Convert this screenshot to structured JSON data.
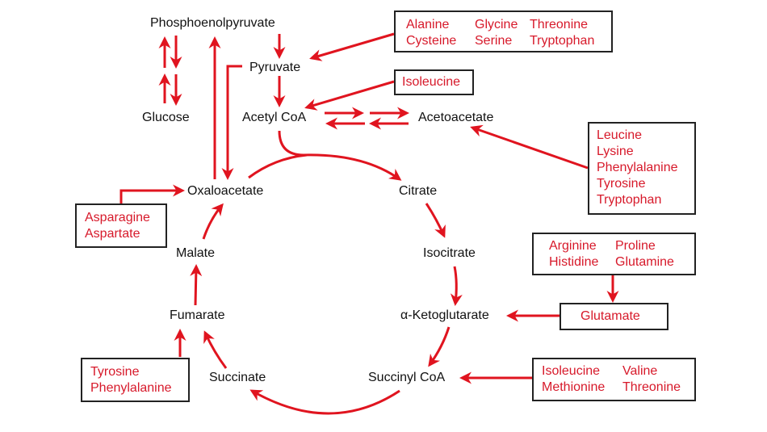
{
  "colors": {
    "arrow": "#e0141f",
    "amino_acid_text": "#d7192a",
    "metabolite_text": "#111111",
    "box_border": "#222222"
  },
  "metabolites": {
    "phosphoenolpyruvate": "Phosphoenolpyruvate",
    "pyruvate": "Pyruvate",
    "glucose": "Glucose",
    "acetyl_coa": "Acetyl CoA",
    "acetoacetate": "Acetoacetate",
    "oxaloacetate": "Oxaloacetate",
    "citrate": "Citrate",
    "isocitrate": "Isocitrate",
    "alpha_ketoglutarate": "α-Ketoglutarate",
    "succinyl_coa": "Succinyl CoA",
    "succinate": "Succinate",
    "fumarate": "Fumarate",
    "malate": "Malate"
  },
  "amino_acid_boxes": {
    "to_pyruvate": {
      "columns": [
        [
          "Alanine",
          "Cysteine"
        ],
        [
          "Glycine",
          "Serine"
        ],
        [
          "Threonine",
          "Tryptophan"
        ]
      ]
    },
    "to_acetyl_coa": {
      "columns": [
        [
          "Isoleucine"
        ]
      ]
    },
    "to_acetoacetate": {
      "columns": [
        [
          "Leucine",
          "Lysine",
          "Phenylalanine",
          "Tyrosine",
          "Tryptophan"
        ]
      ]
    },
    "to_glutamate": {
      "columns": [
        [
          "Arginine",
          "Histidine"
        ],
        [
          "Proline",
          "Glutamine"
        ]
      ]
    },
    "glutamate": {
      "columns": [
        [
          "Glutamate"
        ]
      ]
    },
    "to_succinyl_coa": {
      "columns": [
        [
          "Isoleucine",
          "Methionine"
        ],
        [
          "Valine",
          "Threonine"
        ]
      ]
    },
    "to_oxaloacetate": {
      "columns": [
        [
          "Asparagine",
          "Aspartate"
        ]
      ]
    },
    "to_fumarate": {
      "columns": [
        [
          "Tyrosine",
          "Phenylalanine"
        ]
      ]
    }
  }
}
